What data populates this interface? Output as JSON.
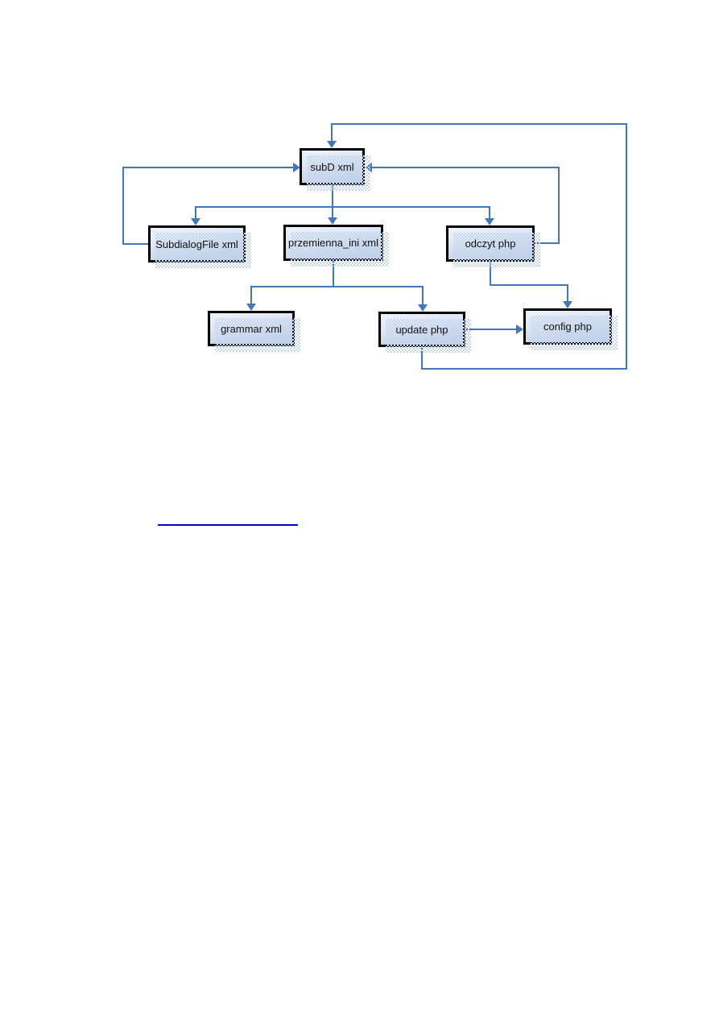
{
  "diagram": {
    "nodes": [
      {
        "id": "subd",
        "label": "subD xml"
      },
      {
        "id": "subdialogfile",
        "label": "SubdialogFile xml"
      },
      {
        "id": "przemienna_ini",
        "label": "przemienna_ini xml"
      },
      {
        "id": "odczyt",
        "label": "odczyt php"
      },
      {
        "id": "grammar",
        "label": "grammar xml"
      },
      {
        "id": "update",
        "label": "update php"
      },
      {
        "id": "config",
        "label": "config php"
      }
    ],
    "edges": [
      {
        "from": "subD xml",
        "to": "SubdialogFile xml"
      },
      {
        "from": "subD xml",
        "to": "przemienna_ini xml"
      },
      {
        "from": "subD xml",
        "to": "odczyt php"
      },
      {
        "from": "SubdialogFile xml",
        "to": "subD xml"
      },
      {
        "from": "odczyt php",
        "to": "subD xml"
      },
      {
        "from": "przemienna_ini xml",
        "to": "grammar xml"
      },
      {
        "from": "przemienna_ini xml",
        "to": "update php"
      },
      {
        "from": "odczyt php",
        "to": "config php"
      },
      {
        "from": "update php",
        "to": "config php"
      },
      {
        "from": "update php",
        "to": "subD xml"
      }
    ],
    "colors": {
      "connector": "#4576b5",
      "node_border": "#000000",
      "node_fill_top": "#eef3fa",
      "node_fill_bottom": "#b7cbe4",
      "node_shadow": "#c6d6ee",
      "separator_rule": "#0000d0"
    }
  }
}
